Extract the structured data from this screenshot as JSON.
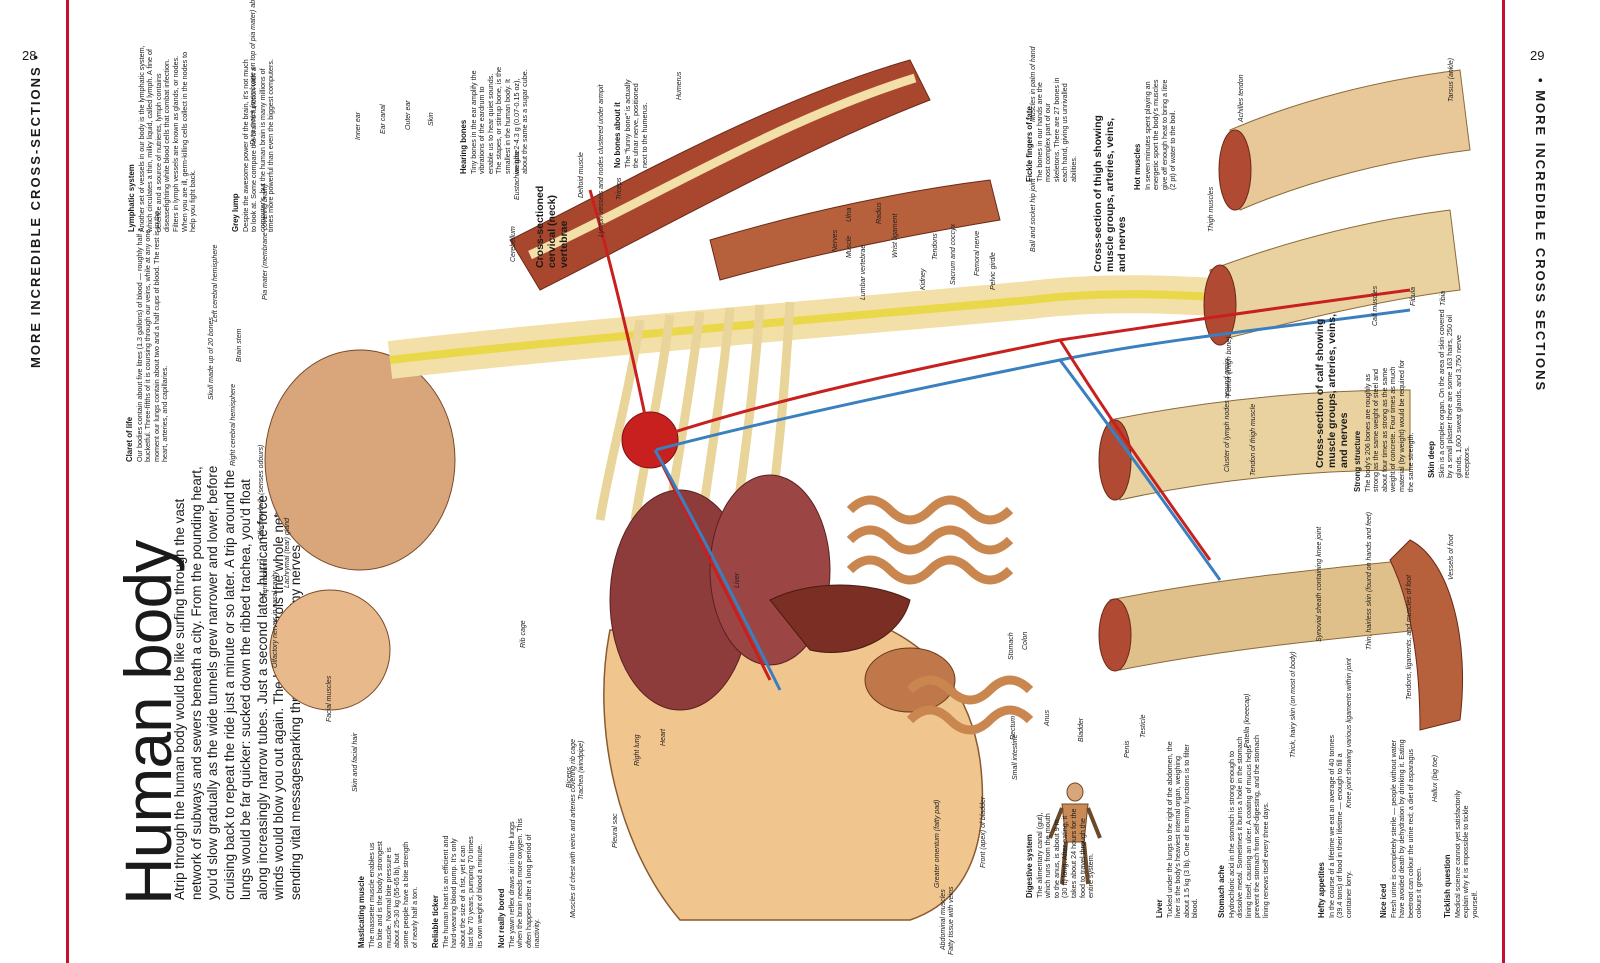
{
  "pages": {
    "left_number": "28",
    "right_number": "29"
  },
  "running_head": {
    "left": "MORE INCREDIBLE CROSS-SECTIONS",
    "right": "MORE INCREDIBLE CROSS SECTIONS",
    "bullet": "•"
  },
  "title": "Human body",
  "intro": "Atrip through the human body would be like surfing through the vast network of subways and sewers beneath a city. From the pounding heart, you'd slow gradually as the wide tunnels grew narrower and lower, before cruising back to repeat the ride just a minute or so later. A trip around the lungs would be far quicker: sucked down the ribbed trachea, you'd float along increasingly narrow tubes. Just a second later, hurricane-force winds would blow you out again. The brain controls the whole network, sending vital messagesparking through a web of tiny nerves.",
  "sidebars": {
    "masticating": {
      "heading": "Masticating muscle",
      "body": "The masseter muscle enables us to bite and is the body's strongest muscle. Normal bite pressure is about 25-30 kg (55-65 lb), but some people have a bite strength of nearly half a ton."
    },
    "ticker": {
      "heading": "Reliable ticker",
      "body": "The human heart is an efficient and hard-wearing blood pump. It's only about the size of a fist, yet it can last for 70 years, pumping 70 times its own weight of blood a minute."
    },
    "bored": {
      "heading": "Not really bored",
      "body": "The yawn reflex draws air into the lungs when the brain needs more oxygen. This often happens after a long period of inactivity."
    },
    "claret": {
      "heading": "Claret of life",
      "body": "Our bodies contain about five litres (1.3 gallons) of blood — roughly half a bucketful. Three-fifths of it is coursing through our veins, while at any one moment our lungs contain about two and a half cups of blood. The rest is in the heart, arteries, and capillaries."
    },
    "lymphatic": {
      "heading": "Lymphatic system",
      "body": "Another set of vessels in our body is the lymphatic system, which circulates a thin, milky liquid, called lymph. A fine of defence and a source of nutrients, lymph contains diseasefighting white blood cells that combat infection. Filters in lymph vessels are known as glands, or nodes. When you are ill, germ-killing cells collect in the nodes to help you fight back."
    },
    "grey": {
      "heading": "Grey lump",
      "body": "Despite the awesome power of the brain, it's not much to look at. Some compare the brain's function with a computer's, but the human brain is many millions of times more powerful than even the biggest computers."
    },
    "hearing": {
      "heading": "Hearing bones",
      "body": "Tiny bones in the ear amplify the vibrations of the eardrum to enable us to hear quiet sounds. The stapes, or stirrup bone, is the smallest in the human body. It weighs 2-4.3 g (0.07-0.15 oz), about the same as a sugar cube."
    },
    "nobones": {
      "heading": "No bones about it",
      "body": "The \"funny bone\" is actually the ulnar nerve, positioned next to the humerus."
    },
    "fickle": {
      "heading": "Fickle fingers of fate",
      "body": "The bones in our hands are the most complex part of our skeletons. There are 27 bones in each hand, giving us unrivalled abilities."
    },
    "hot": {
      "heading": "Hot muscles",
      "body": "In seven minutes spent playing an energetic sport the body's muscles give off enough heat to bring a litre (2 pt) of water to the boil."
    },
    "strong": {
      "heading": "Strong structure",
      "body": "The body's 206 bones are roughly as strong as the same weight of steel and about four times as strong as the same weight of concrete. Four times as much material (by weight) would be required for the same strength."
    },
    "skin": {
      "heading": "Skin deep",
      "body": "Skin is a complex organ. On the area of skin covered by a small plaster there are some 163 hairs, 250 oil glands, 1,600 sweat glands, and 3,750 nerve receptors."
    },
    "digestive": {
      "heading": "Digestive system",
      "body": "The alimentary canal (gut), which runs from the mouth to the anus, is about 9 m (30 ft) long. After eating, it takes about 24 hours for the food to travel through the entire system."
    },
    "liver": {
      "heading": "Liver",
      "body": "Tucked under the lungs to the right of the abdomen, the liver is the body's heaviest internal organ, weighing about 1.5 kg (3 lb). One of its many functions is to filter blood."
    },
    "stomach": {
      "heading": "Stomach ache",
      "body": "Hydrochloric acid in the stomach is strong enough to dissolve metal. Sometimes it burns a hole in the stomach lining itself, causing an ulcer. A coating of mucus helps prevent the stomach from self-digesting, and the stomach lining renews itself every three days."
    },
    "hefty": {
      "heading": "Hefty appetites",
      "body": "In the course of a lifetime we eat an average of 40 tonnes (39.4 tons) of food in their lifetime — enough to fill a container lorry."
    },
    "iced": {
      "heading": "Nice iced",
      "body": "Fresh urine is completely sterile — people without water have avoided death by dehydration by drinking it. Eating beetroot can colour the urine red; a diet of asparagus colours it green."
    },
    "ticklish": {
      "heading": "Ticklish question",
      "body": "Medical science cannot yet satisfactorily explain why it is impossible to tickle yourself."
    }
  },
  "cross_headings": {
    "cervical": "Cross-sectioned cervical (neck) vertebrae",
    "thigh": "Cross-section of thigh showing muscle groups, arteries, veins, and nerves",
    "calf": "Cross-section of calf showing muscle groups, arteries, veins, and nerves"
  },
  "labels": [
    "Skin and facial hair",
    "Facial muscles",
    "Olfactory nerves in nasal cavity",
    "Pericranium",
    "Lachrymal (tear) gland",
    "Olfactory bulb (senses odours)",
    "Right cerebral hemisphere",
    "Skull made up of 20 bones",
    "Brain stem",
    "Left cerebral hemisphere",
    "Pia mater (membrane covering brain)",
    "Dura mater (membrane on top of pia mater) absorbs shock",
    "Inner ear",
    "Ear canal",
    "Outer ear",
    "Skin",
    "Cerebellum",
    "Eustachian tube",
    "Lymph vessels and nodes clustered under armpit",
    "Deltoid muscle",
    "Triceps",
    "Humerus",
    "Muscles in palm of hand",
    "Nerves",
    "Muscle",
    "Ulna",
    "Radius",
    "Wrist ligament",
    "Lumbar vertebrae",
    "Tendons",
    "Kidney",
    "Sacrum and coccyx",
    "Femoral nerve",
    "Pelvic girdle",
    "Ball and socket hip joint",
    "Thigh muscles",
    "Achilles tendon",
    "Tarsus (ankle)",
    "Fibula",
    "Tibia",
    "Calf muscles",
    "Femur (thigh bone)",
    "Cluster of lymph nodes around groin",
    "Tendon of thigh muscle",
    "Vessels of foot",
    "Synovial sheath containing knee joint",
    "Thin, hairless skin (found on hands and feet)",
    "Tendons, ligaments, and muscles of foot",
    "Hallux (big toe)",
    "Knee joint showing various ligaments within joint",
    "Thick, hairy skin (on most of body)",
    "Patella (kneecap)",
    "Testicle",
    "Penis",
    "Bladder",
    "Anus",
    "Rectum",
    "Colon",
    "Stomach",
    "Small intestine",
    "Liver",
    "Rib cage",
    "Right lung",
    "Heart",
    "Biceps",
    "Trachea (windpipe)",
    "Pleural sac",
    "Muscles of chest with veins and arteries covering rib cage",
    "Greater omentum (fatty pad)",
    "Front (apex) of bladder",
    "Abdominal muscles",
    "Fatty tissue with veins"
  ],
  "colors": {
    "rule": "#c8102e",
    "bone": "#f3dfa8",
    "muscle": "#9a3b2a",
    "artery": "#c8201e",
    "vein": "#3a7fc0",
    "nerve": "#e8d84a",
    "skin": "#f1c58e"
  }
}
